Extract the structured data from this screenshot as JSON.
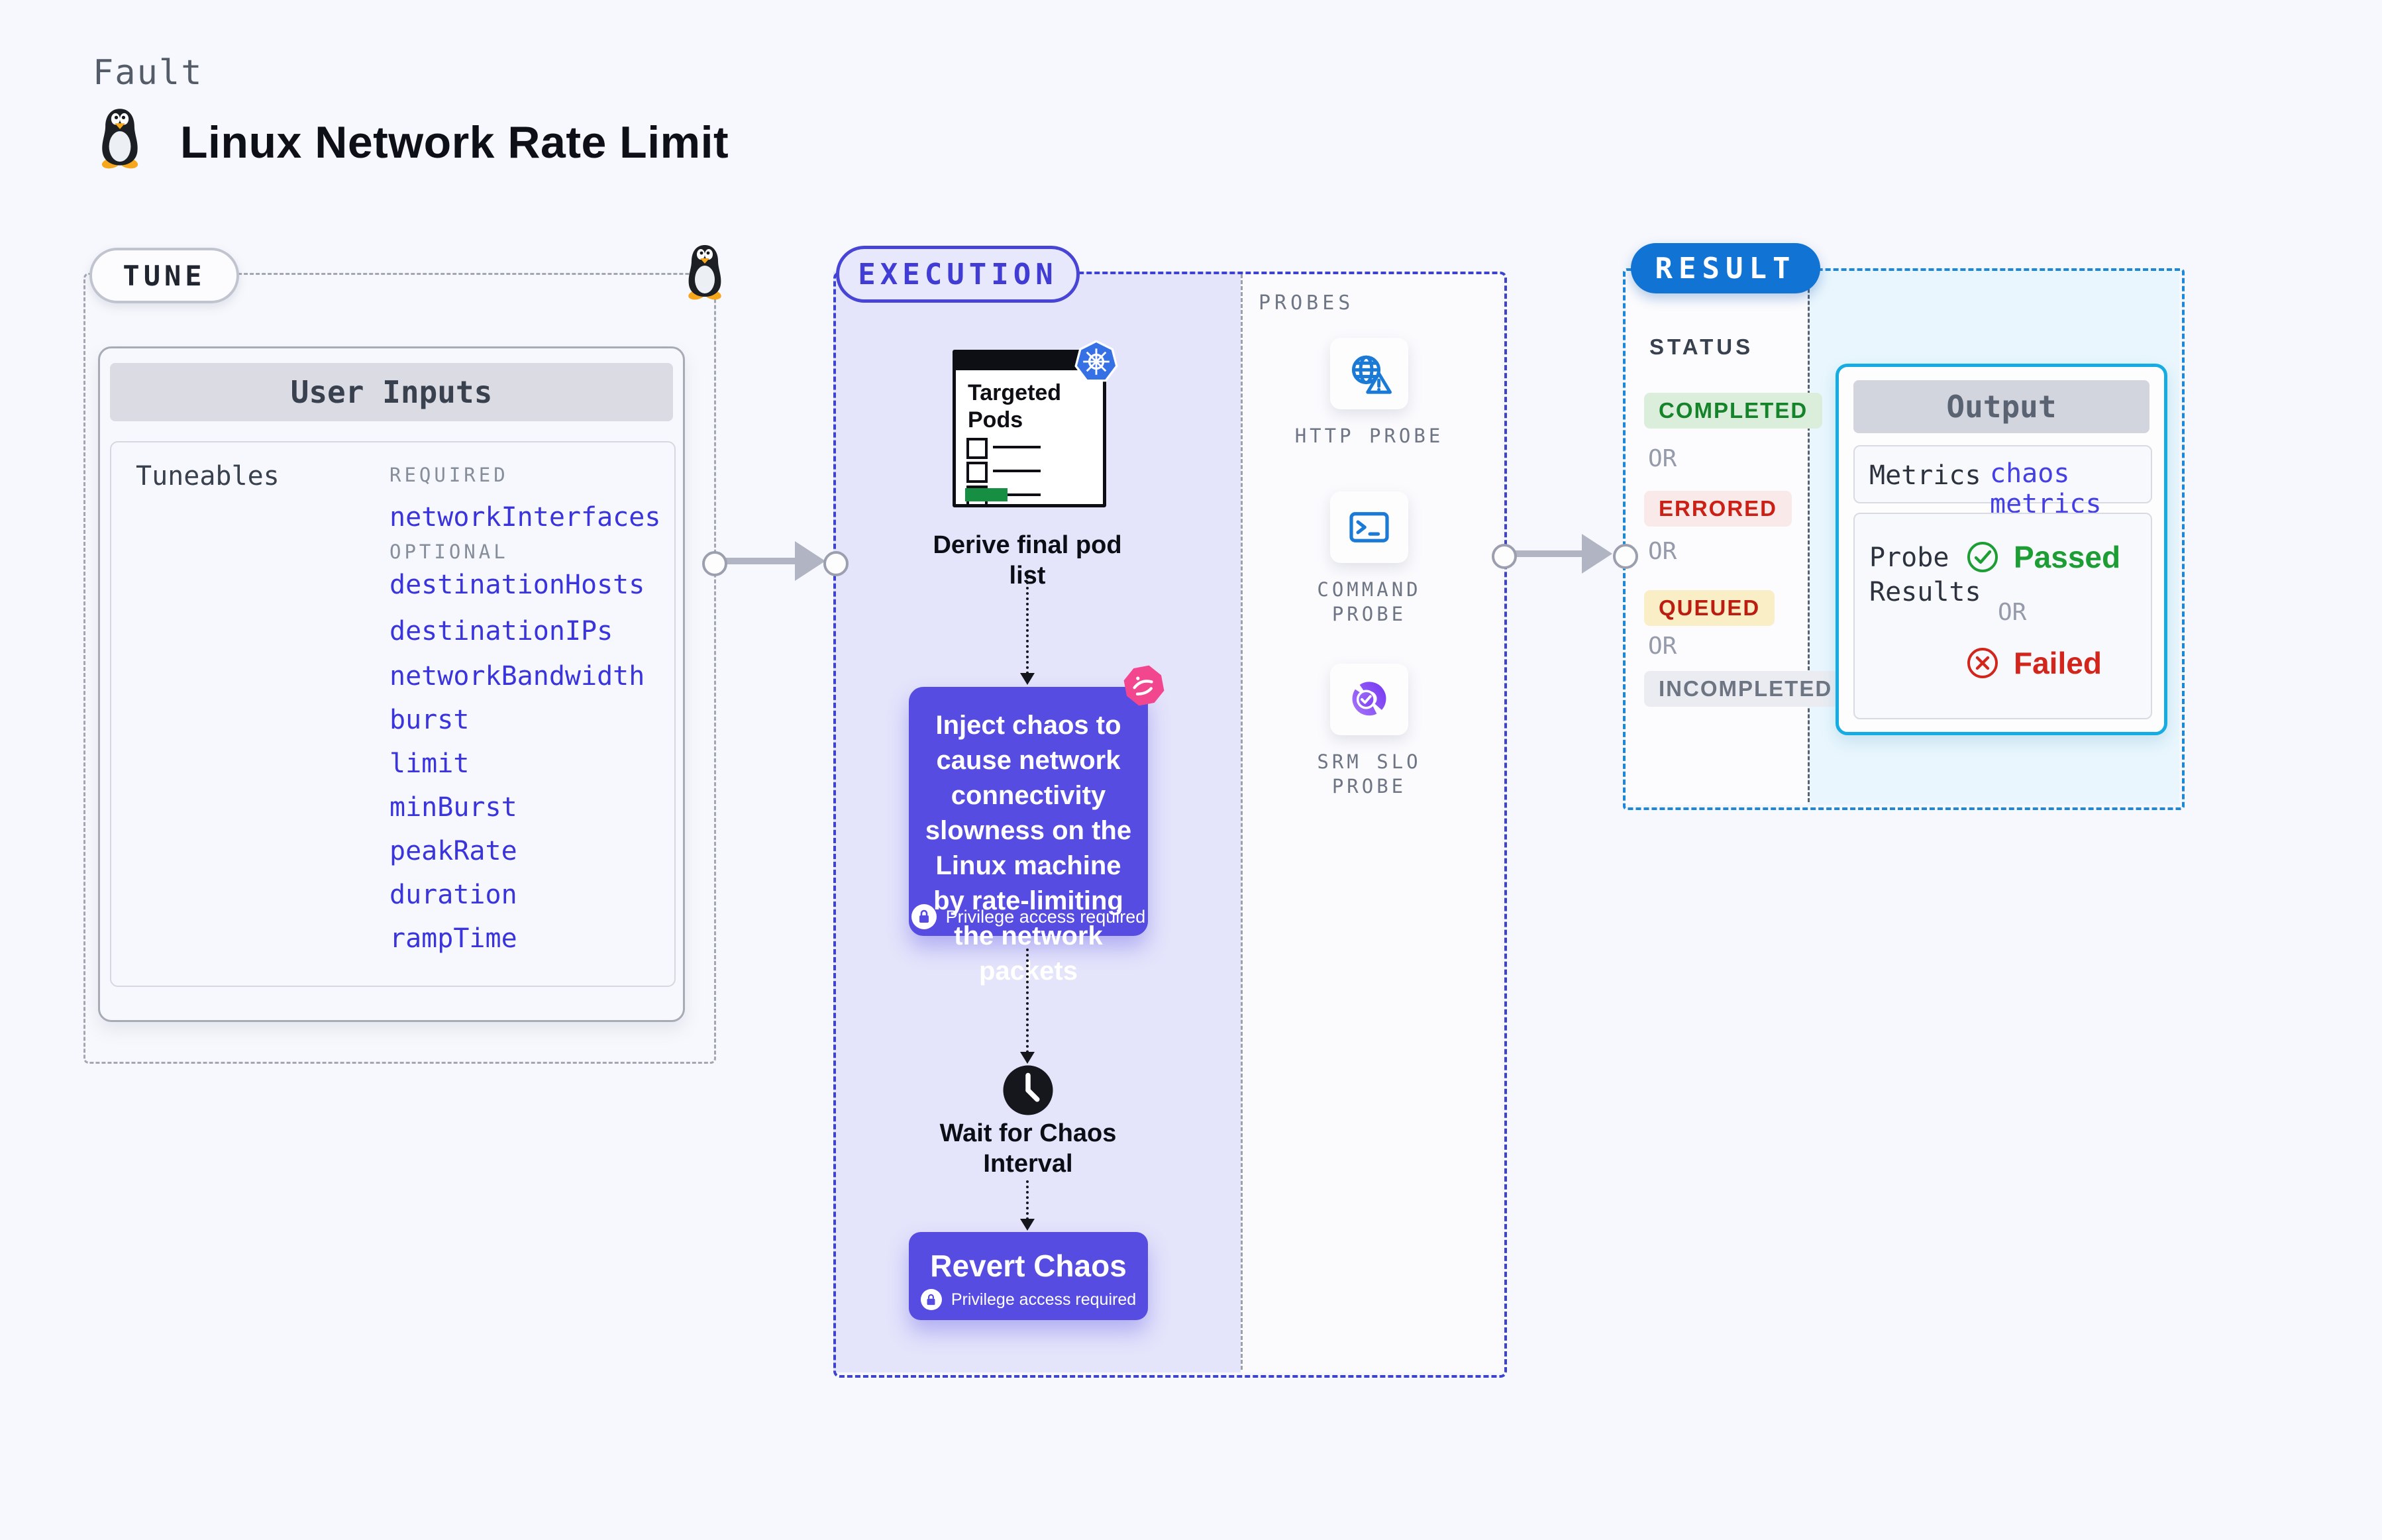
{
  "page": {
    "kicker": "Fault",
    "title": "Linux Network Rate Limit"
  },
  "tune": {
    "badge": "TUNE",
    "user_inputs_title": "User Inputs",
    "tuneables_label": "Tuneables",
    "required_label": "REQUIRED",
    "required_params": [
      "networkInterfaces"
    ],
    "optional_label": "OPTIONAL",
    "optional_params": [
      "destinationHosts",
      "destinationIPs",
      "networkBandwidth",
      "burst",
      "limit",
      "minBurst",
      "peakRate",
      "duration",
      "rampTime"
    ]
  },
  "execution": {
    "badge": "EXECUTION",
    "pods_card_title": "Targeted Pods",
    "derive_label": "Derive final pod list",
    "inject_text": "Inject chaos to cause network connectivity slowness on the Linux machine by rate-limiting the network packets",
    "privilege_label": "Privilege access required",
    "wait_label": "Wait for Chaos Interval",
    "revert_label": "Revert Chaos",
    "probes_label": "PROBES",
    "probes": [
      {
        "line1": "HTTP PROBE",
        "line2": ""
      },
      {
        "line1": "COMMAND",
        "line2": "PROBE"
      },
      {
        "line1": "SRM SLO",
        "line2": "PROBE"
      }
    ]
  },
  "result": {
    "badge": "RESULT",
    "status_label": "STATUS",
    "or_label": "OR",
    "statuses": [
      {
        "label": "COMPLETED"
      },
      {
        "label": "ERRORED"
      },
      {
        "label": "QUEUED"
      },
      {
        "label": "INCOMPLETED"
      }
    ],
    "output_title": "Output",
    "metrics_label": "Metrics",
    "metrics_value": "chaos metrics",
    "probe_results_label": "Probe Results",
    "passed_label": "Passed",
    "failed_label": "Failed"
  },
  "colors": {
    "accent_indigo": "#574ce2",
    "accent_blue": "#1173d3",
    "accent_cyan": "#15abe3",
    "passed_green": "#1d9e35",
    "failed_red": "#d2261c",
    "k8s_blue": "#3570e4",
    "litmus_pink": "#f2478e"
  }
}
